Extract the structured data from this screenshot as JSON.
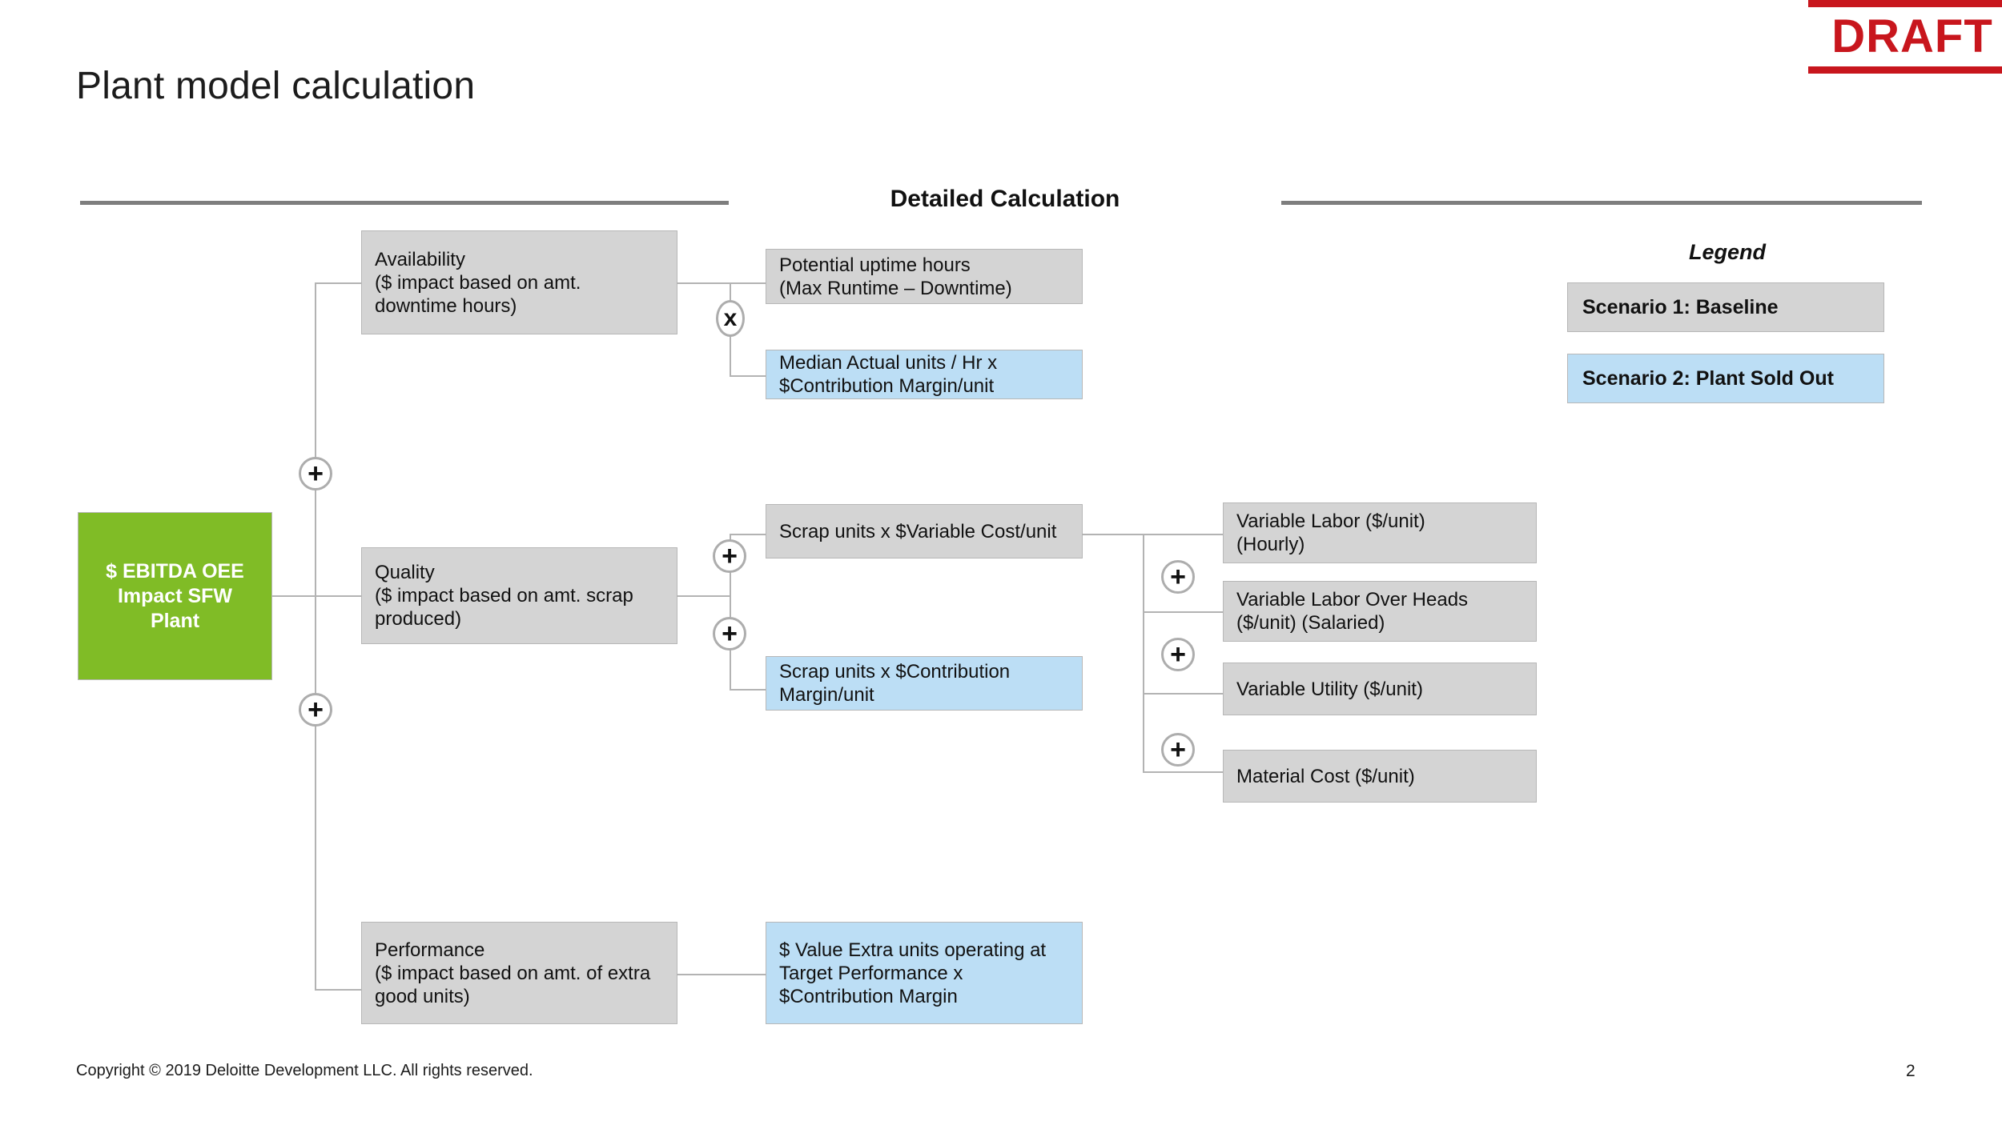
{
  "stamp": {
    "label": "DRAFT",
    "color": "#c8161d"
  },
  "title": "Plant model calculation",
  "section": {
    "header": "Detailed Calculation"
  },
  "colors": {
    "root_green": "#80bc26",
    "scenario1_gray": "#d4d4d4",
    "scenario2_blue": "#bcdef5",
    "connector_gray": "#b3b3b3",
    "rule_gray": "#7e7e7e"
  },
  "root": {
    "label": "$ EBITDA OEE Impact SFW Plant",
    "scenario": "Scenario 1: Baseline"
  },
  "operators": {
    "plus": "+",
    "times": "x"
  },
  "drivers": [
    {
      "id": "availability",
      "label": "Availability\n($ impact based on amt. downtime hours)",
      "scenario": "Scenario 1: Baseline",
      "operator_to_children": "x"
    },
    {
      "id": "quality",
      "label": "Quality\n($ impact based on amt. scrap produced)",
      "scenario": "Scenario 1: Baseline",
      "operator_to_children": "+"
    },
    {
      "id": "performance",
      "label": "Performance\n($ impact based on amt. of extra good units)",
      "scenario": "Scenario 1: Baseline",
      "operator_to_children": ""
    }
  ],
  "detail_nodes": [
    {
      "id": "potential-uptime-hours",
      "label": "Potential uptime hours\n(Max Runtime – Downtime)",
      "scenario": "Scenario 1: Baseline",
      "parent": "availability"
    },
    {
      "id": "median-actual-units",
      "label": "Median Actual units / Hr x\n$Contribution Margin/unit",
      "scenario": "Scenario 2: Plant Sold Out",
      "parent": "availability"
    },
    {
      "id": "scrap-variable-cost",
      "label": "Scrap units x $Variable Cost/unit",
      "scenario": "Scenario 1: Baseline",
      "parent": "quality"
    },
    {
      "id": "scrap-contribution-margin",
      "label": "Scrap units x $Contribution Margin/unit",
      "scenario": "Scenario 2: Plant Sold Out",
      "parent": "quality"
    },
    {
      "id": "value-extra-units",
      "label": "$ Value Extra units operating at Target Performance x $Contribution Margin",
      "scenario": "Scenario 2: Plant Sold Out",
      "parent": "performance"
    }
  ],
  "cost_components": [
    {
      "id": "variable-labor-hourly",
      "label": "Variable Labor ($/unit)\n(Hourly)",
      "scenario": "Scenario 1: Baseline"
    },
    {
      "id": "variable-labor-overheads",
      "label": "Variable Labor Over Heads\n($/unit) (Salaried)",
      "scenario": "Scenario 1: Baseline"
    },
    {
      "id": "variable-utility",
      "label": "Variable Utility ($/unit)",
      "scenario": "Scenario 1: Baseline"
    },
    {
      "id": "material-cost",
      "label": "Material Cost ($/unit)",
      "scenario": "Scenario 1: Baseline"
    }
  ],
  "legend": {
    "title": "Legend",
    "items": [
      {
        "label": "Scenario 1: Baseline",
        "color": "#d4d4d4"
      },
      {
        "label": "Scenario 2: Plant Sold Out",
        "color": "#bcdef5"
      }
    ]
  },
  "footer": {
    "copyright": "Copyright © 2019 Deloitte Development LLC. All rights reserved.",
    "page_number": "2"
  }
}
